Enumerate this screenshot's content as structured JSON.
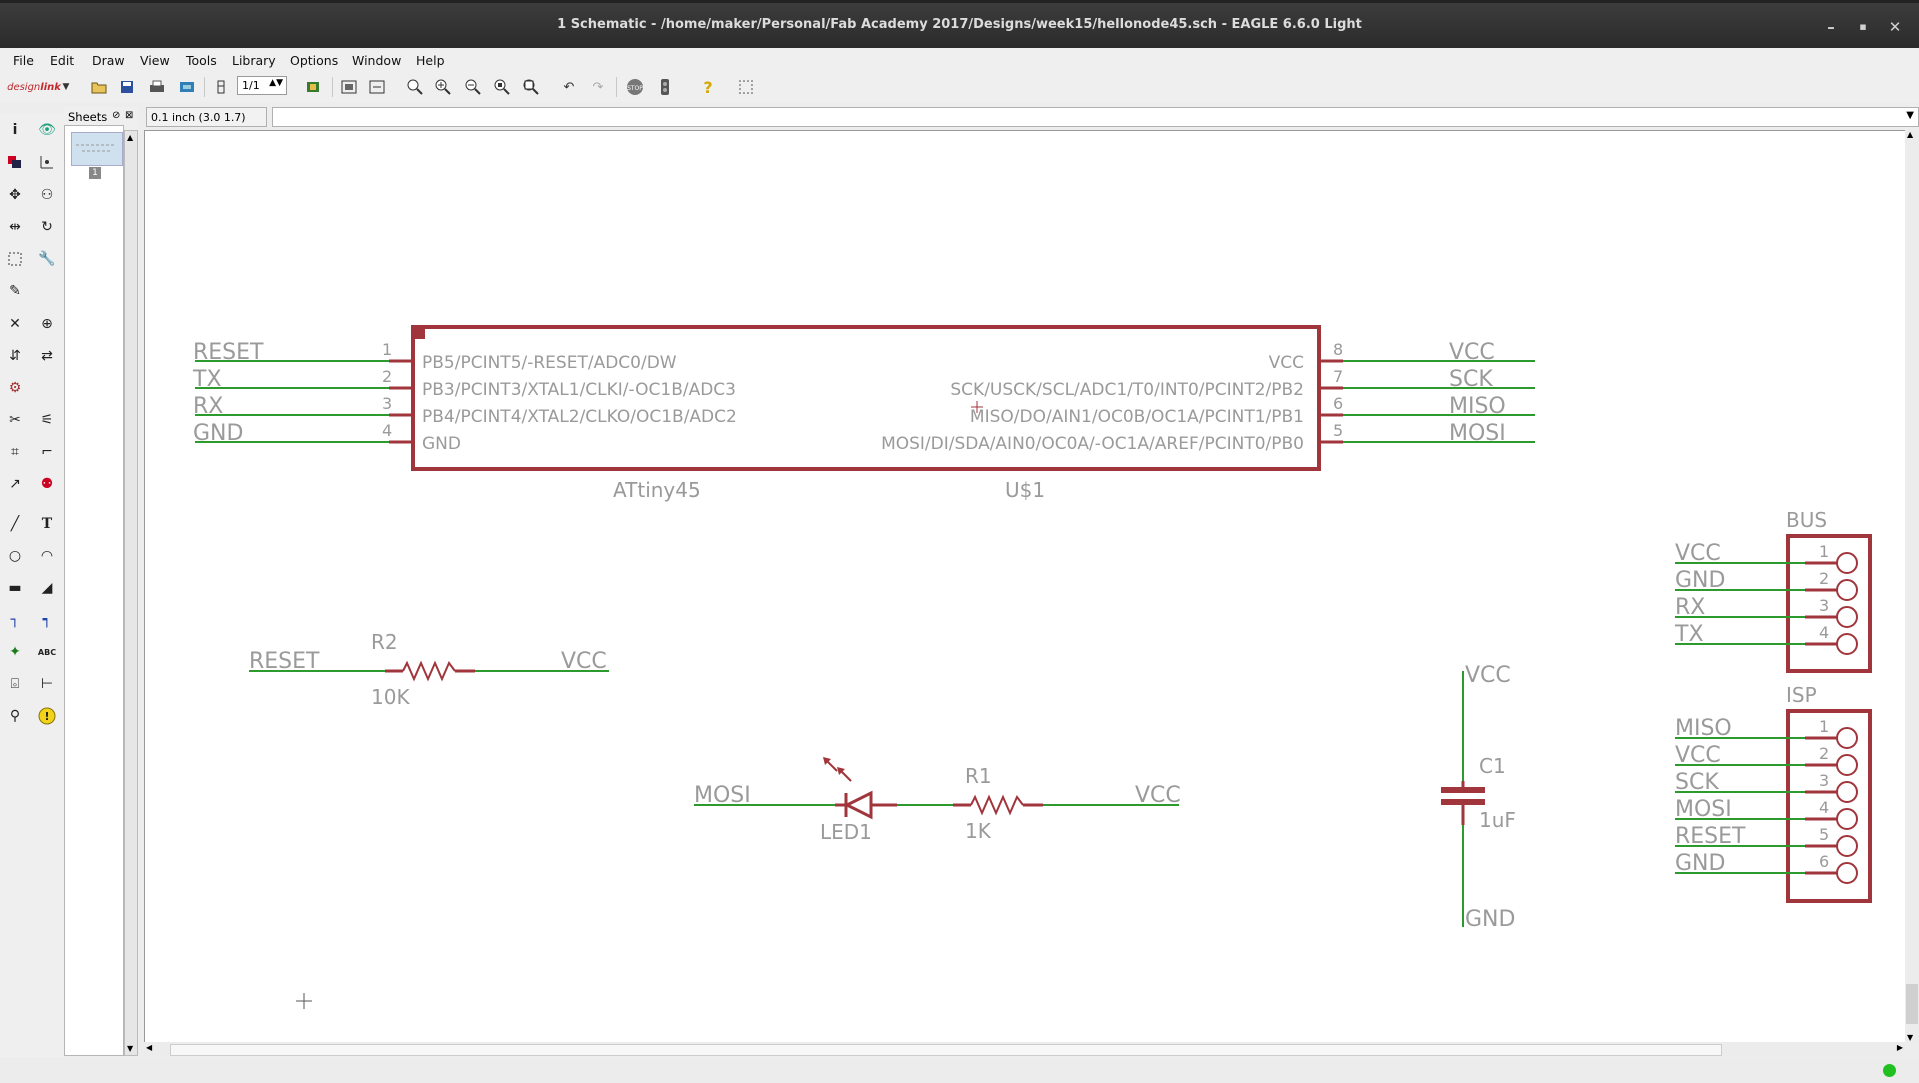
{
  "window": {
    "title": "1 Schematic - /home/maker/Personal/Fab Academy 2017/Designs/week15/hellonode45.sch - EAGLE 6.6.0 Light"
  },
  "menu": [
    "File",
    "Edit",
    "Draw",
    "View",
    "Tools",
    "Library",
    "Options",
    "Window",
    "Help"
  ],
  "toolbar": {
    "sheet_value": "1/1"
  },
  "coord": "0.1 inch (3.0 1.7)",
  "sheets": {
    "label": "Sheets",
    "thumb_number": "1"
  },
  "colors": {
    "net": "#2d9a2d",
    "symbol": "#a0363c",
    "label_text": "#9a9a9a",
    "status_led": "#1fc01f"
  },
  "icons": [
    "design-link-logo",
    "open-icon",
    "save-icon",
    "print-icon",
    "cam-icon",
    "use-icon",
    "script-icon",
    "run-icon",
    "zoom-fit-icon",
    "zoom-in-icon",
    "zoom-out-icon",
    "zoom-select-icon",
    "redraw-icon",
    "undo-icon",
    "redo-icon",
    "stop-icon",
    "go-icon",
    "help-icon",
    "grid-icon"
  ],
  "schematic": {
    "ic": {
      "left_pins": [
        "PB5/PCINT5/-RESET/ADC0/DW",
        "PB3/PCINT3/XTAL1/CLKI/-OC1B/ADC3",
        "PB4/PCINT4/XTAL2/CLKO/OC1B/ADC2",
        "GND"
      ],
      "left_nums": [
        "1",
        "2",
        "3",
        "4"
      ],
      "left_nets": [
        "RESET",
        "TX",
        "RX",
        "GND"
      ],
      "right_pins": [
        "VCC",
        "SCK/USCK/SCL/ADC1/T0/INT0/PCINT2/PB2",
        "MISO/DO/AIN1/OC0B/OC1A/PCINT1/PB1",
        "MOSI/DI/SDA/AIN0/OC0A/-OC1A/AREF/PCINT0/PB0"
      ],
      "right_nums": [
        "8",
        "7",
        "6",
        "5"
      ],
      "right_nets": [
        "VCC",
        "SCK",
        "MISO",
        "MOSI"
      ],
      "value": "ATtiny45",
      "name": "U$1"
    },
    "r2": {
      "left_net": "RESET",
      "name": "R2",
      "value": "10K",
      "right_net": "VCC"
    },
    "led_row": {
      "left_net": "MOSI",
      "led_name": "LED1",
      "r_name": "R1",
      "r_value": "1K",
      "right_net": "VCC"
    },
    "cap": {
      "top_net": "VCC",
      "name": "C1",
      "value": "1uF",
      "bottom_net": "GND"
    },
    "bus": {
      "title": "BUS",
      "nets": [
        "VCC",
        "GND",
        "RX",
        "TX"
      ],
      "nums": [
        "1",
        "2",
        "3",
        "4"
      ]
    },
    "isp": {
      "title": "ISP",
      "nets": [
        "MISO",
        "VCC",
        "SCK",
        "MOSI",
        "RESET",
        "GND"
      ],
      "nums": [
        "1",
        "2",
        "3",
        "4",
        "5",
        "6"
      ]
    }
  }
}
